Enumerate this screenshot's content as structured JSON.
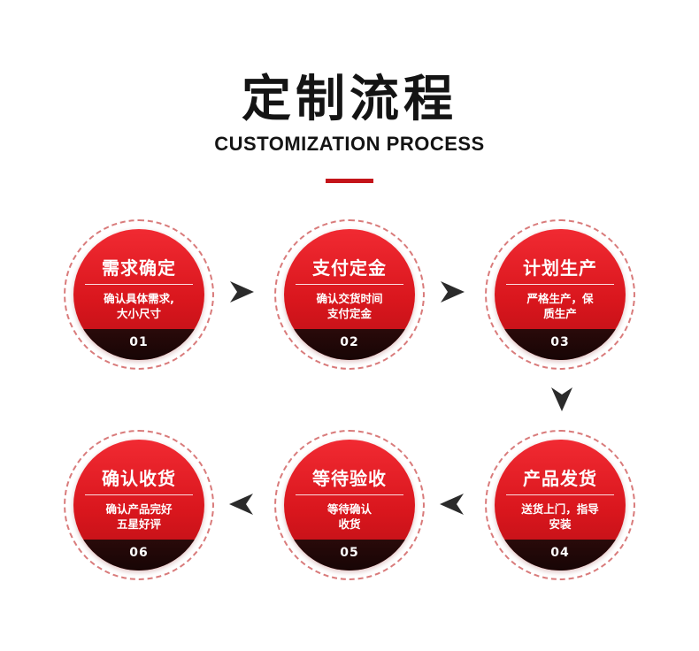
{
  "header": {
    "title": "定制流程",
    "subtitle": "CUSTOMIZATION PROCESS"
  },
  "steps": [
    {
      "title": "需求确定",
      "desc_line1": "确认具体需求,",
      "desc_line2": "大小尺寸",
      "number": "01"
    },
    {
      "title": "支付定金",
      "desc_line1": "确认交货时间",
      "desc_line2": "支付定金",
      "number": "02"
    },
    {
      "title": "计划生产",
      "desc_line1": "严格生产，保",
      "desc_line2": "质生产",
      "number": "03"
    },
    {
      "title": "产品发货",
      "desc_line1": "送货上门，指导",
      "desc_line2": "安装",
      "number": "04"
    },
    {
      "title": "等待验收",
      "desc_line1": "等待确认",
      "desc_line2": "收货",
      "number": "05"
    },
    {
      "title": "确认收货",
      "desc_line1": "确认产品完好",
      "desc_line2": "五星好评",
      "number": "06"
    }
  ],
  "colors": {
    "accent": "#c4141a",
    "disc_red": "#e21e25",
    "band_dark": "#1a0606",
    "arrow": "#2b2b2b"
  },
  "icons": [
    "arrow-right-icon",
    "arrow-down-icon",
    "arrow-left-icon"
  ]
}
